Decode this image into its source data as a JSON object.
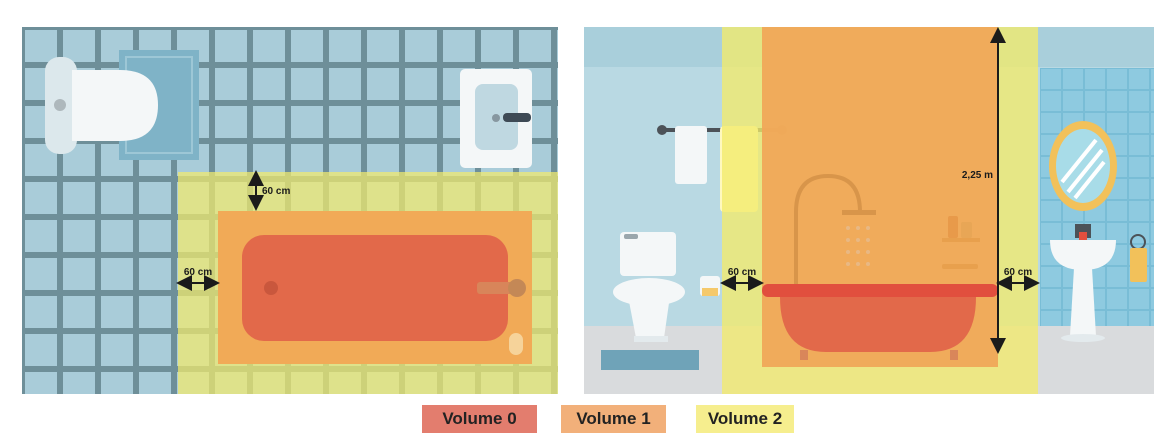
{
  "plan_view": {
    "measure_top": "60 cm",
    "measure_left": "60 cm"
  },
  "elevation_view": {
    "measure_height": "2,25 m",
    "measure_left": "60 cm",
    "measure_right": "60 cm"
  },
  "legend": {
    "items": [
      {
        "label": "Volume 0",
        "color": "#E37D6E"
      },
      {
        "label": "Volume 1",
        "color": "#F2B07A"
      },
      {
        "label": "Volume 2",
        "color": "#F6EE8E"
      }
    ]
  },
  "colors": {
    "tile": "#A9CCD9",
    "grout": "#6E8F99",
    "volume0": "#E36A4A",
    "volume1": "#F0A858",
    "volume2": "#EEE98A",
    "wall": "#B9D9E3",
    "floor": "#D9DBDD"
  }
}
